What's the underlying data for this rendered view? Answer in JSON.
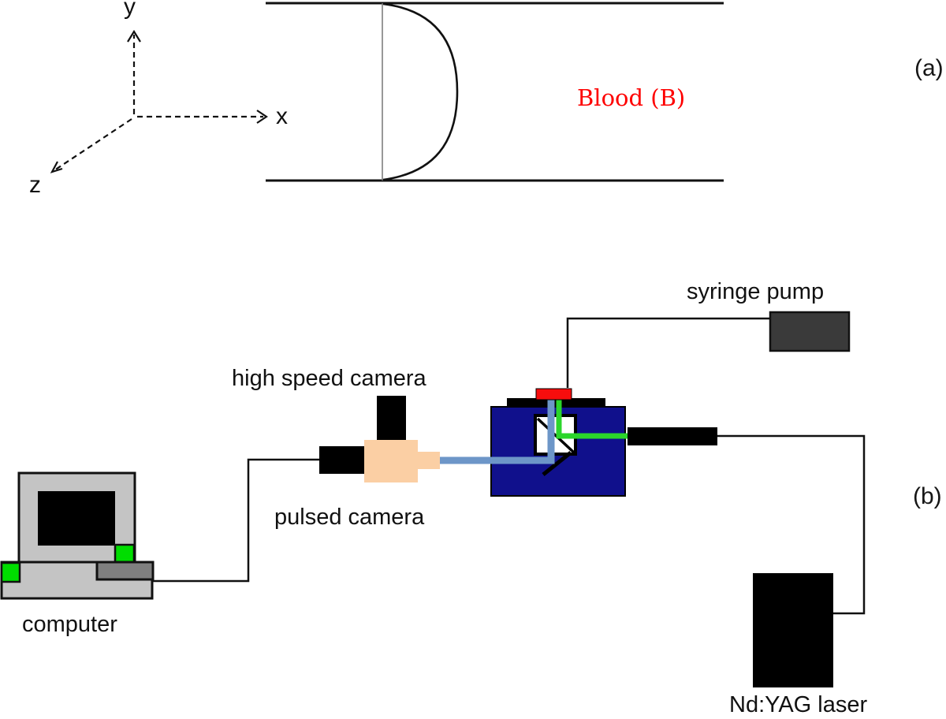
{
  "figure": {
    "panel_a": {
      "label": "(a)",
      "axes": {
        "x_label": "x",
        "y_label": "y",
        "z_label": "z"
      },
      "blood_label": "Blood (B)"
    },
    "panel_b": {
      "label": "(b)",
      "labels": {
        "computer": "computer",
        "high_speed_camera": "high speed camera",
        "pulsed_camera": "pulsed camera",
        "syringe_pump": "syringe pump",
        "nd_yag_laser": "Nd:YAG laser"
      }
    }
  },
  "colors": {
    "blood_text": "#fe0000",
    "navy_box": "#10108c",
    "green_beam": "#2bd62b",
    "blue_beam": "#6d96c8",
    "peach_camera": "#fbcfa4",
    "red_stage": "#f70d0d",
    "green_accent": "#00dd00",
    "monitor_gray": "#c4c4c4",
    "dark_gray": "#7f7f7f",
    "pump_gray": "#3a3a3a",
    "line_black": "#111111"
  }
}
